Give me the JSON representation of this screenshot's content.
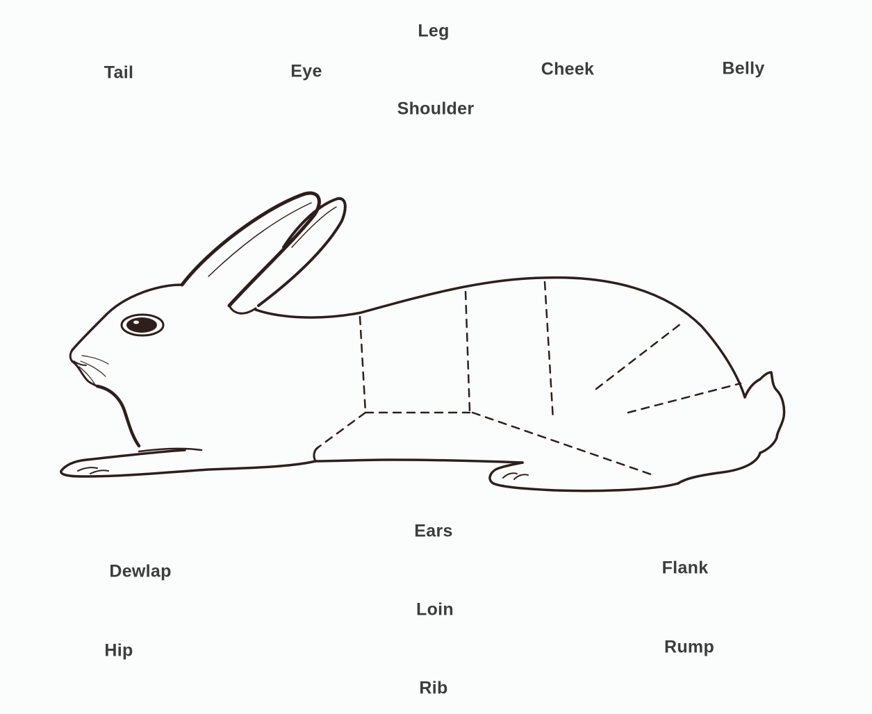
{
  "labels": {
    "leg": "Leg",
    "tail": "Tail",
    "eye": "Eye",
    "cheek": "Cheek",
    "belly": "Belly",
    "shoulder": "Shoulder",
    "ears": "Ears",
    "dewlap": "Dewlap",
    "flank": "Flank",
    "loin": "Loin",
    "hip": "Hip",
    "rump": "Rump",
    "rib": "Rib"
  },
  "colors": {
    "background": "#fbfdfc",
    "outline": "#2e1f1c",
    "label_text": "#3a3d3c"
  }
}
